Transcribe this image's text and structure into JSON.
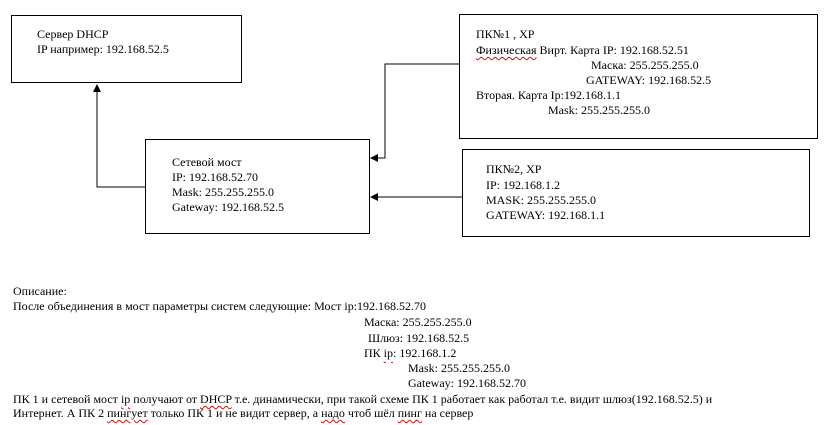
{
  "boxes": {
    "dhcp": {
      "title": "Сервер DHCP",
      "ip": "IP например: 192.168.52.5"
    },
    "bridge": {
      "title": "Сетевой мост",
      "ip": "IP: 192.168.52.70",
      "mask": "Mask: 255.255.255.0",
      "gateway": "Gateway: 192.168.52.5"
    },
    "pc1": {
      "title": "ПК№1 , ХР",
      "card1_prefix": "Физическая",
      "card1_rest": " Вирт. Карта IP: 192.168.52.51",
      "card1_mask": "Маска: 255.255.255.0",
      "card1_gateway": "GATEWAY: 192.168.52.5",
      "card2_ip": "Вторая. Карта Ip:192.168.1.1",
      "card2_mask": "Mask: 255.255.255.0"
    },
    "pc2": {
      "title": "ПК№2,  ХР",
      "ip": "IP: 192.168.1.2",
      "mask": "MASK: 255.255.255.0",
      "gateway": "GATEWAY: 192.168.1.1"
    }
  },
  "description": {
    "heading": "Описание:",
    "line1": "После объединения в мост параметры систем следующие: Мост ip:192.168.52.70",
    "line2": "Маска: 255.255.255.0",
    "line3": "Шлюз: 192.168.52.5",
    "line4_a": "ПК ",
    "line4_b": "ip",
    "line4_c": ": 192.168.1.2",
    "line5": "Mask: 255.255.255.0",
    "line6": "Gateway: 192.168.52.70",
    "line7_a": "ПК 1 и сетевой мост ",
    "line7_b": "ip",
    "line7_c": " получают от ",
    "line7_d": "DHCP",
    "line7_e": " т.е. динамически, при такой схеме ПК 1 работает как работал т.е. видит шлюз(192.168.52.5)  и",
    "line8_a": "Интернет. А ПК 2 ",
    "line8_b": "пингует",
    "line8_c": " только ПК 1 и не видит сервер, а ",
    "line8_d": "надо",
    "line8_e": " чтоб шёл ",
    "line8_f": "пинг",
    "line8_g": " на сервер"
  }
}
